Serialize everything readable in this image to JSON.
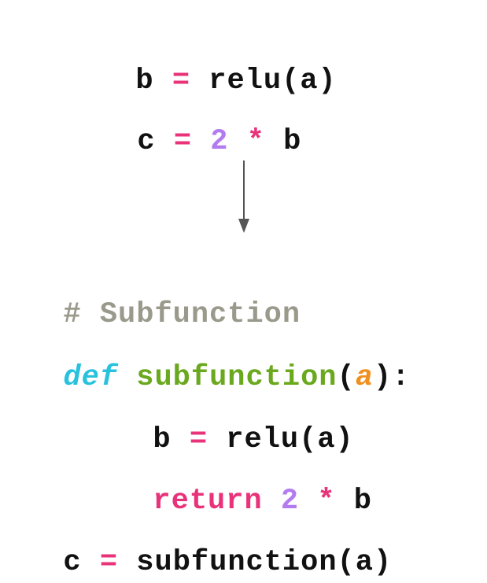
{
  "before": {
    "line1": {
      "lhs": "b",
      "op": "=",
      "rhs": "relu(a)"
    },
    "line2": {
      "lhs": "c",
      "op": "=",
      "num": "2",
      "mul": "*",
      "var": "b"
    }
  },
  "after": {
    "comment": "# Subfunction",
    "def_line": {
      "kw": "def",
      "name": "subfunction",
      "open": "(",
      "param": "a",
      "close": "):"
    },
    "body1": {
      "lhs": "b",
      "op": "=",
      "rhs": "relu(a)"
    },
    "body2": {
      "kw": "return",
      "num": "2",
      "mul": "*",
      "var": "b"
    },
    "call": {
      "lhs": "c",
      "op": "=",
      "rhs": "subfunction(a)"
    }
  },
  "colors": {
    "operator": "#e8337a",
    "number": "#b27cf0",
    "comment": "#9a9a8c",
    "keyword": "#29c2de",
    "function_name": "#6aa81e",
    "parameter": "#f0901f",
    "text": "#111111",
    "arrow": "#555555"
  },
  "icons": {
    "transform_arrow": "arrow-down-icon"
  }
}
